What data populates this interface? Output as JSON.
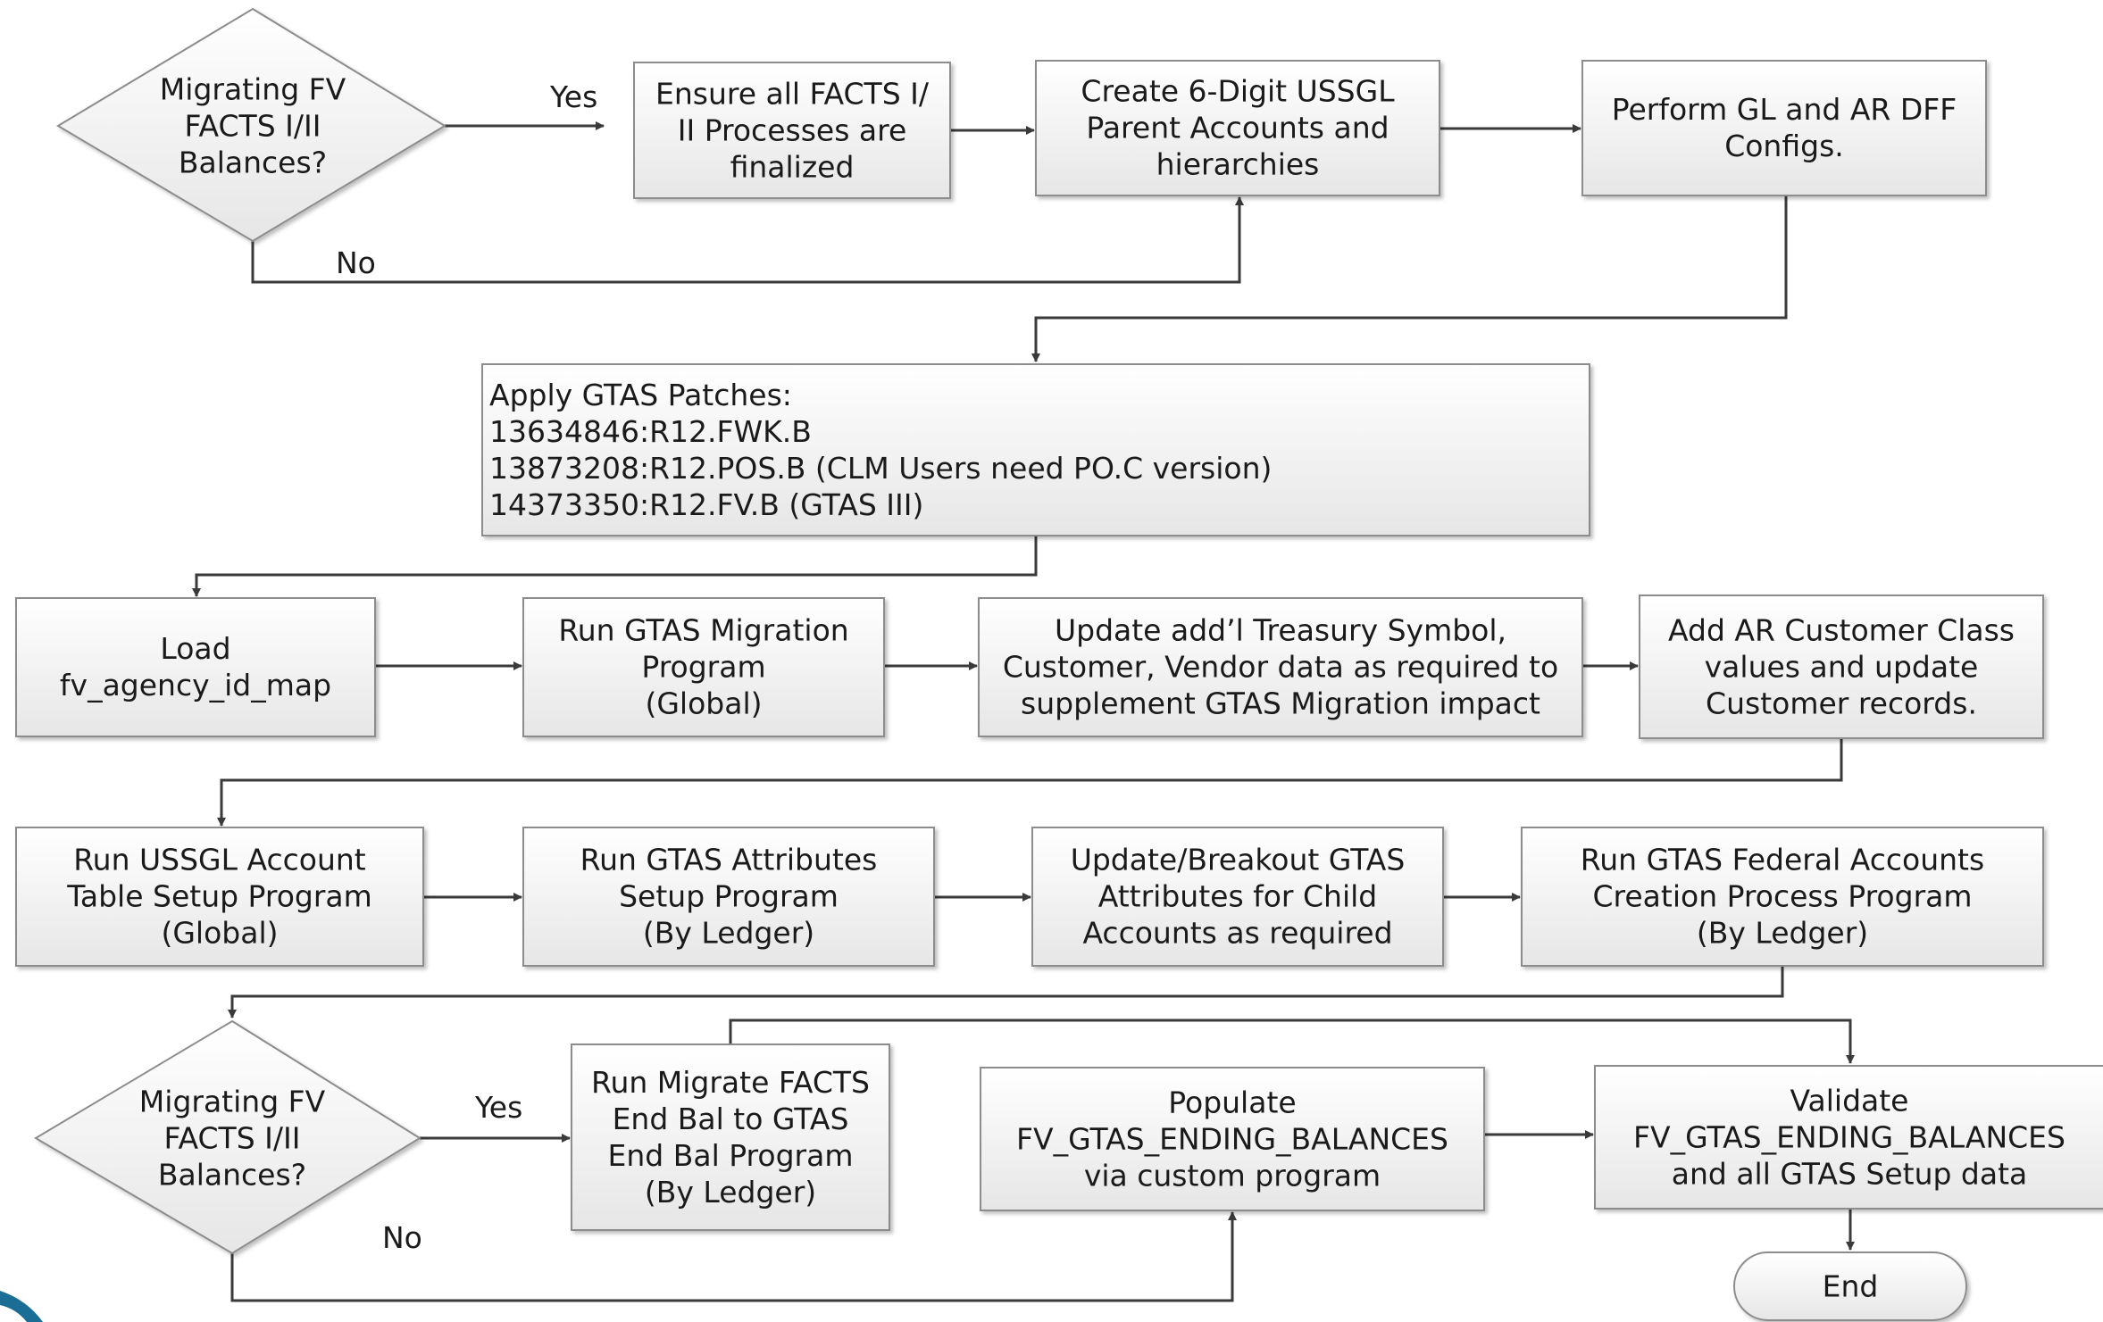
{
  "nodes": {
    "d1": [
      "Migrating FV",
      "FACTS I/II",
      "Balances?"
    ],
    "b1": [
      "Ensure all FACTS I/",
      "II Processes are",
      "finalized"
    ],
    "b2": [
      "Create 6-Digit USSGL",
      "Parent Accounts and",
      "hierarchies"
    ],
    "b3": [
      "Perform GL and AR DFF",
      "Configs."
    ],
    "b4": [
      "Apply GTAS Patches:",
      "13634846:R12.FWK.B",
      "13873208:R12.POS.B (CLM Users need PO.C version)",
      "14373350:R12.FV.B (GTAS III)"
    ],
    "b5": [
      "Load",
      "fv_agency_id_map"
    ],
    "b6": [
      "Run GTAS Migration",
      "Program",
      "(Global)"
    ],
    "b7": [
      "Update add’l Treasury Symbol,",
      "Customer, Vendor data as required to",
      "supplement GTAS Migration impact"
    ],
    "b8": [
      "Add AR Customer Class",
      "values and update",
      "Customer records."
    ],
    "b9": [
      "Run USSGL Account",
      "Table Setup Program",
      "(Global)"
    ],
    "b10": [
      "Run GTAS Attributes",
      "Setup Program",
      "(By Ledger)"
    ],
    "b11": [
      "Update/Breakout GTAS",
      "Attributes for Child",
      "Accounts as required"
    ],
    "b12": [
      "Run GTAS Federal Accounts",
      "Creation Process Program",
      "(By Ledger)"
    ],
    "d2": [
      "Migrating FV",
      "FACTS I/II",
      "Balances?"
    ],
    "b13": [
      "Run Migrate FACTS",
      "End Bal to GTAS",
      "End Bal Program",
      "(By Ledger)"
    ],
    "b14": [
      "Populate",
      "FV_GTAS_ENDING_BALANCES",
      "via custom program"
    ],
    "b15": [
      "Validate",
      "FV_GTAS_ENDING_BALANCES",
      "and all GTAS Setup data"
    ],
    "end": [
      "End"
    ]
  },
  "edge_labels": {
    "yes1": "Yes",
    "no1": "No",
    "yes2": "Yes",
    "no2": "No"
  }
}
